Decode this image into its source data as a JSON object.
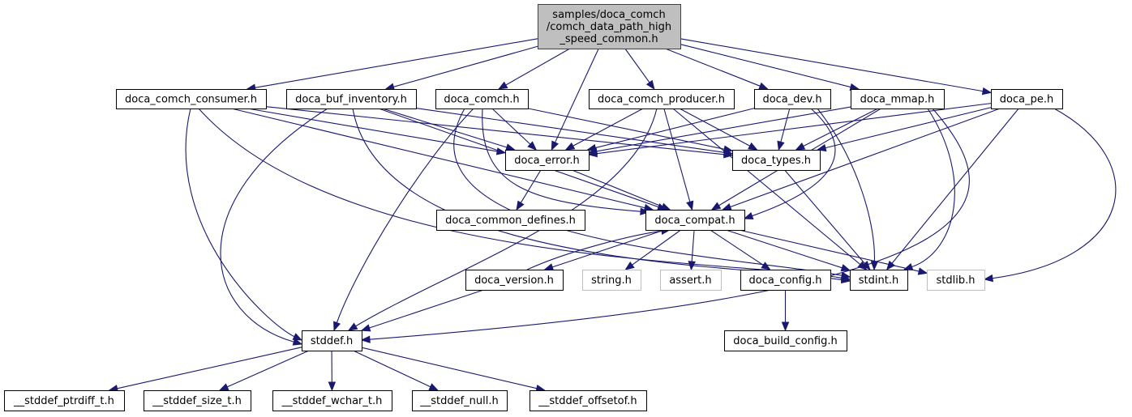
{
  "title": "Include dependency graph for comch_data_path_high_speed_common.h",
  "colors": {
    "edge": "#191970",
    "root_fill": "#bfbfbf",
    "external_border": "#bfbfbf"
  },
  "nodes": [
    {
      "id": "root",
      "label": [
        "samples/doca_comch",
        "/comch_data_path_high",
        "_speed_common.h"
      ],
      "kind": "root"
    },
    {
      "id": "consumer",
      "label": [
        "doca_comch_consumer.h"
      ]
    },
    {
      "id": "bufinv",
      "label": [
        "doca_buf_inventory.h"
      ]
    },
    {
      "id": "comch",
      "label": [
        "doca_comch.h"
      ]
    },
    {
      "id": "producer",
      "label": [
        "doca_comch_producer.h"
      ]
    },
    {
      "id": "dev",
      "label": [
        "doca_dev.h"
      ]
    },
    {
      "id": "mmap",
      "label": [
        "doca_mmap.h"
      ]
    },
    {
      "id": "pe",
      "label": [
        "doca_pe.h"
      ]
    },
    {
      "id": "error",
      "label": [
        "doca_error.h"
      ]
    },
    {
      "id": "types",
      "label": [
        "doca_types.h"
      ]
    },
    {
      "id": "common_defines",
      "label": [
        "doca_common_defines.h"
      ]
    },
    {
      "id": "compat",
      "label": [
        "doca_compat.h"
      ]
    },
    {
      "id": "version",
      "label": [
        "doca_version.h"
      ]
    },
    {
      "id": "string",
      "label": [
        "string.h"
      ],
      "kind": "external"
    },
    {
      "id": "assert",
      "label": [
        "assert.h"
      ],
      "kind": "external"
    },
    {
      "id": "config",
      "label": [
        "doca_config.h"
      ]
    },
    {
      "id": "stdint",
      "label": [
        "stdint.h"
      ]
    },
    {
      "id": "stdlib",
      "label": [
        "stdlib.h"
      ],
      "kind": "external"
    },
    {
      "id": "build_config",
      "label": [
        "doca_build_config.h"
      ]
    },
    {
      "id": "stddef",
      "label": [
        "stddef.h"
      ]
    },
    {
      "id": "ptrdiff",
      "label": [
        "__stddef_ptrdiff_t.h"
      ]
    },
    {
      "id": "size_t",
      "label": [
        "__stddef_size_t.h"
      ]
    },
    {
      "id": "wchar",
      "label": [
        "__stddef_wchar_t.h"
      ]
    },
    {
      "id": "null",
      "label": [
        "__stddef_null.h"
      ]
    },
    {
      "id": "offsetof",
      "label": [
        "__stddef_offsetof.h"
      ]
    }
  ],
  "edges": [
    [
      "root",
      "consumer"
    ],
    [
      "root",
      "bufinv"
    ],
    [
      "root",
      "comch"
    ],
    [
      "root",
      "producer"
    ],
    [
      "root",
      "dev"
    ],
    [
      "root",
      "mmap"
    ],
    [
      "root",
      "pe"
    ],
    [
      "root",
      "error"
    ],
    [
      "consumer",
      "error"
    ],
    [
      "consumer",
      "types"
    ],
    [
      "consumer",
      "compat"
    ],
    [
      "consumer",
      "stdint"
    ],
    [
      "consumer",
      "stddef"
    ],
    [
      "bufinv",
      "error"
    ],
    [
      "bufinv",
      "types"
    ],
    [
      "bufinv",
      "compat"
    ],
    [
      "bufinv",
      "stdint"
    ],
    [
      "bufinv",
      "stddef"
    ],
    [
      "comch",
      "error"
    ],
    [
      "comch",
      "types"
    ],
    [
      "comch",
      "compat"
    ],
    [
      "comch",
      "stdint"
    ],
    [
      "comch",
      "stddef"
    ],
    [
      "producer",
      "error"
    ],
    [
      "producer",
      "types"
    ],
    [
      "producer",
      "compat"
    ],
    [
      "producer",
      "stdint"
    ],
    [
      "producer",
      "stddef"
    ],
    [
      "dev",
      "error"
    ],
    [
      "dev",
      "types"
    ],
    [
      "dev",
      "compat"
    ],
    [
      "dev",
      "stdint"
    ],
    [
      "mmap",
      "error"
    ],
    [
      "mmap",
      "types"
    ],
    [
      "mmap",
      "compat"
    ],
    [
      "mmap",
      "stdint"
    ],
    [
      "mmap",
      "stddef"
    ],
    [
      "pe",
      "error"
    ],
    [
      "pe",
      "types"
    ],
    [
      "pe",
      "compat"
    ],
    [
      "pe",
      "stdint"
    ],
    [
      "pe",
      "stdlib"
    ],
    [
      "error",
      "common_defines"
    ],
    [
      "error",
      "compat"
    ],
    [
      "types",
      "stdint"
    ],
    [
      "compat",
      "version"
    ],
    [
      "compat",
      "string"
    ],
    [
      "compat",
      "assert"
    ],
    [
      "compat",
      "config"
    ],
    [
      "compat",
      "stdint"
    ],
    [
      "compat",
      "stdlib"
    ],
    [
      "version",
      "compat"
    ],
    [
      "version",
      "stddef"
    ],
    [
      "config",
      "build_config"
    ],
    [
      "stddef",
      "ptrdiff"
    ],
    [
      "stddef",
      "size_t"
    ],
    [
      "stddef",
      "wchar"
    ],
    [
      "stddef",
      "null"
    ],
    [
      "stddef",
      "offsetof"
    ]
  ]
}
